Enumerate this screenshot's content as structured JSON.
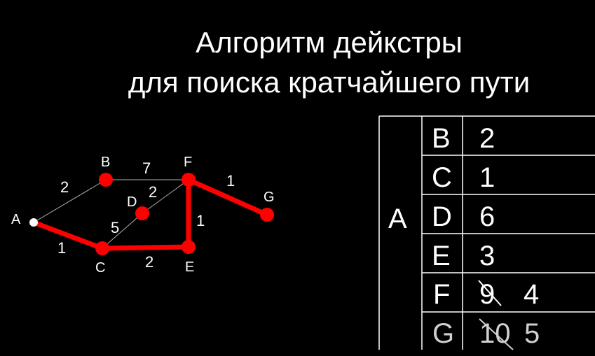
{
  "title": {
    "line1": "Алгоритм дейкстры",
    "line2": "для поиска кратчайшего пути"
  },
  "graph": {
    "nodes": [
      {
        "id": "A",
        "label": "A"
      },
      {
        "id": "B",
        "label": "B"
      },
      {
        "id": "C",
        "label": "C"
      },
      {
        "id": "D",
        "label": "D"
      },
      {
        "id": "E",
        "label": "E"
      },
      {
        "id": "F",
        "label": "F"
      },
      {
        "id": "G",
        "label": "G"
      }
    ],
    "edges": [
      {
        "from": "A",
        "to": "B",
        "weight": "2",
        "highlighted": false
      },
      {
        "from": "A",
        "to": "C",
        "weight": "1",
        "highlighted": true
      },
      {
        "from": "B",
        "to": "F",
        "weight": "7",
        "highlighted": false
      },
      {
        "from": "C",
        "to": "D",
        "weight": "5",
        "highlighted": false
      },
      {
        "from": "D",
        "to": "F",
        "weight": "2",
        "highlighted": false
      },
      {
        "from": "C",
        "to": "E",
        "weight": "2",
        "highlighted": true
      },
      {
        "from": "E",
        "to": "F",
        "weight": "1",
        "highlighted": true
      },
      {
        "from": "F",
        "to": "G",
        "weight": "1",
        "highlighted": true
      }
    ],
    "colors": {
      "path": "#ff0000",
      "edge": "#b0b0b0",
      "start": "#ffffff",
      "node": "#ff0000"
    }
  },
  "table": {
    "source": "A",
    "rows": [
      {
        "node": "B",
        "old": "",
        "value": "2"
      },
      {
        "node": "C",
        "old": "",
        "value": "1"
      },
      {
        "node": "D",
        "old": "",
        "value": "6"
      },
      {
        "node": "E",
        "old": "",
        "value": "3"
      },
      {
        "node": "F",
        "old": "9",
        "value": "4"
      },
      {
        "node": "G",
        "old": "10",
        "value": "5"
      }
    ]
  }
}
